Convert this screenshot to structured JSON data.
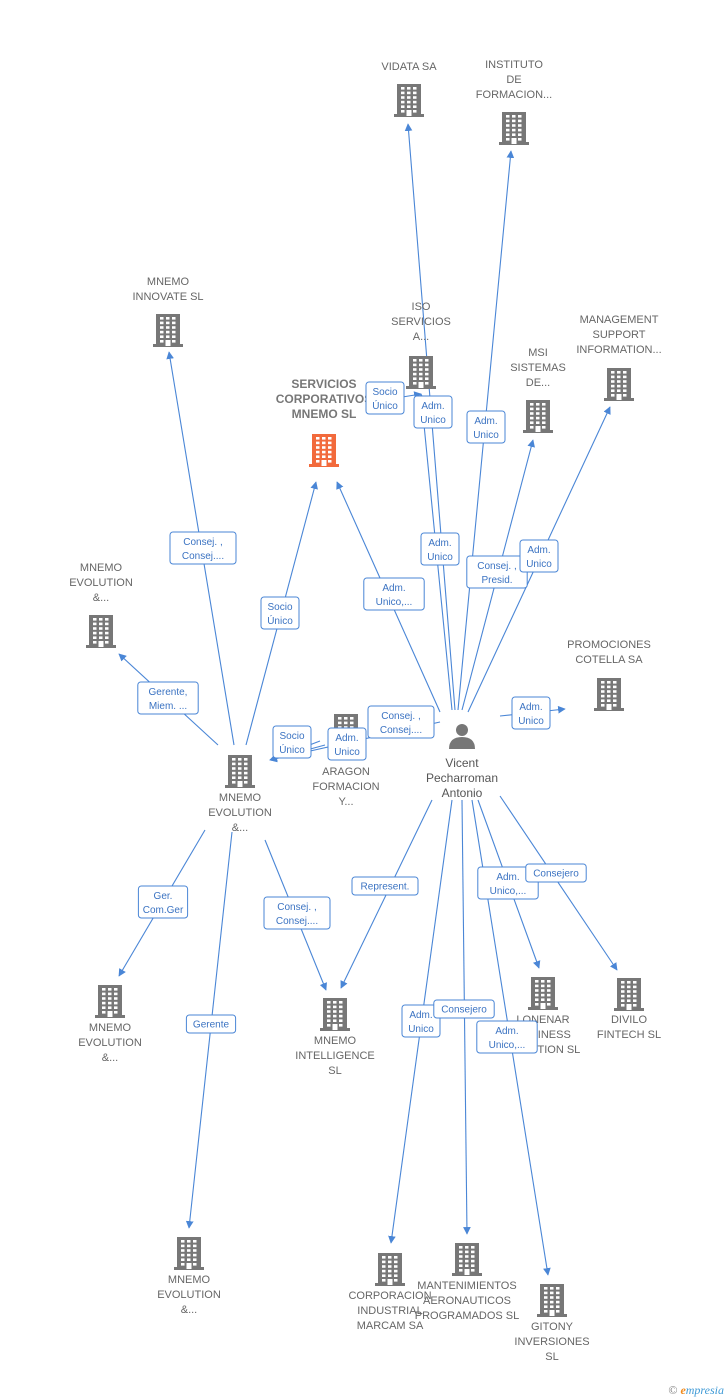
{
  "colors": {
    "edge": "#4a86d6",
    "building": "#777777",
    "building_focus": "#f26a3c",
    "label": "#666666"
  },
  "person": {
    "id": "p",
    "icon": "person-icon",
    "label": [
      "Vicent",
      "Pecharroman",
      "Antonio"
    ]
  },
  "companies": [
    {
      "id": "vidata",
      "label": [
        "VIDATA SA"
      ]
    },
    {
      "id": "instituto",
      "label": [
        "INSTITUTO",
        "DE",
        "FORMACION..."
      ]
    },
    {
      "id": "innovate",
      "label": [
        "MNEMO",
        "INNOVATE  SL"
      ]
    },
    {
      "id": "iso",
      "label": [
        "ISO",
        "SERVICIOS",
        "A..."
      ]
    },
    {
      "id": "management",
      "label": [
        "MANAGEMENT",
        "SUPPORT",
        "INFORMATION..."
      ]
    },
    {
      "id": "msi",
      "label": [
        "MSI",
        "SISTEMAS",
        "DE..."
      ]
    },
    {
      "id": "servicios",
      "label": [
        "SERVICIOS",
        "CORPORATIVOS",
        "MNEMO  SL"
      ],
      "focus": true
    },
    {
      "id": "evol_tl",
      "label": [
        "MNEMO",
        "EVOLUTION",
        "&..."
      ]
    },
    {
      "id": "promociones",
      "label": [
        "PROMOCIONES",
        "COTELLA SA"
      ]
    },
    {
      "id": "aragon",
      "label": [
        "ARAGON",
        "FORMACION",
        "Y..."
      ]
    },
    {
      "id": "evol_main",
      "label": [
        "MNEMO",
        "EVOLUTION",
        "&..."
      ]
    },
    {
      "id": "evol_ml",
      "label": [
        "MNEMO",
        "EVOLUTION",
        "&..."
      ]
    },
    {
      "id": "intelligence",
      "label": [
        "MNEMO",
        "INTELLIGENCE",
        "SL"
      ]
    },
    {
      "id": "lonenar",
      "label": [
        "LONENAR",
        "BUSINESS",
        "IN MOTION  SL"
      ]
    },
    {
      "id": "divilo",
      "label": [
        "DIVILO",
        "FINTECH  SL"
      ]
    },
    {
      "id": "evol_bl",
      "label": [
        "MNEMO",
        "EVOLUTION",
        "&..."
      ]
    },
    {
      "id": "marcam",
      "label": [
        "CORPORACION",
        "INDUSTRIAL",
        "MARCAM SA"
      ]
    },
    {
      "id": "mantenimientos",
      "label": [
        "MANTENIMIENTOS",
        "AERONAUTICOS",
        "PROGRAMADOS SL"
      ]
    },
    {
      "id": "gitony",
      "label": [
        "GITONY",
        "INVERSIONES",
        "SL"
      ]
    }
  ],
  "relations": [
    {
      "from": "p",
      "to": "vidata",
      "label": [
        "Adm.",
        "Unico"
      ]
    },
    {
      "from": "p",
      "to": "instituto",
      "label": [
        "Adm.",
        "Unico"
      ]
    },
    {
      "from": "p",
      "to": "iso",
      "label": [
        "Adm.",
        "Unico"
      ]
    },
    {
      "from": "p",
      "to": "msi",
      "label": [
        "Consej. ,",
        "Presid."
      ]
    },
    {
      "from": "p",
      "to": "management",
      "label": [
        "Adm.",
        "Unico"
      ]
    },
    {
      "from": "p",
      "to": "servicios",
      "label": [
        "Adm.",
        "Unico,..."
      ]
    },
    {
      "from": "p",
      "to": "promociones",
      "label": [
        "Adm.",
        "Unico"
      ]
    },
    {
      "from": "p",
      "to": "evol_main",
      "label": [
        "Consej. ,",
        "Consej...."
      ]
    },
    {
      "from": "p",
      "to": "intelligence",
      "label": [
        "Represent."
      ]
    },
    {
      "from": "p",
      "to": "lonenar",
      "label": [
        "Adm.",
        "Unico,..."
      ]
    },
    {
      "from": "p",
      "to": "divilo",
      "label": [
        "Consejero"
      ]
    },
    {
      "from": "p",
      "to": "marcam",
      "label": [
        "Adm.",
        "Unico"
      ]
    },
    {
      "from": "p",
      "to": "mantenimientos",
      "label": [
        "Consejero"
      ]
    },
    {
      "from": "p",
      "to": "gitony",
      "label": [
        "Adm.",
        "Unico,..."
      ]
    },
    {
      "from": "evol_main",
      "to": "innovate",
      "label": [
        "Consej. ,",
        "Consej...."
      ]
    },
    {
      "from": "evol_main",
      "to": "servicios",
      "label": [
        "Socio",
        "Único"
      ]
    },
    {
      "from": "evol_main",
      "to": "evol_tl",
      "label": [
        "Gerente,",
        "Miem. ..."
      ]
    },
    {
      "from": "evol_main",
      "to": "evol_ml",
      "label": [
        "Ger.",
        "Com.Ger"
      ]
    },
    {
      "from": "evol_main",
      "to": "intelligence",
      "label": [
        "Consej. ,",
        "Consej...."
      ]
    },
    {
      "from": "evol_main",
      "to": "evol_bl",
      "label": [
        "Gerente"
      ]
    },
    {
      "from": "aragon",
      "to": "evol_main",
      "label": [
        "Socio",
        "Único"
      ]
    },
    {
      "from": "aragon",
      "to": "iso",
      "label": [
        "Socio",
        "Único"
      ]
    },
    {
      "from": "aragon",
      "to": "evol_main",
      "label": [
        "Adm.",
        "Unico"
      ]
    }
  ],
  "footer": {
    "copyright": "©",
    "brand_e": "e",
    "brand_rest": "mpresia"
  }
}
